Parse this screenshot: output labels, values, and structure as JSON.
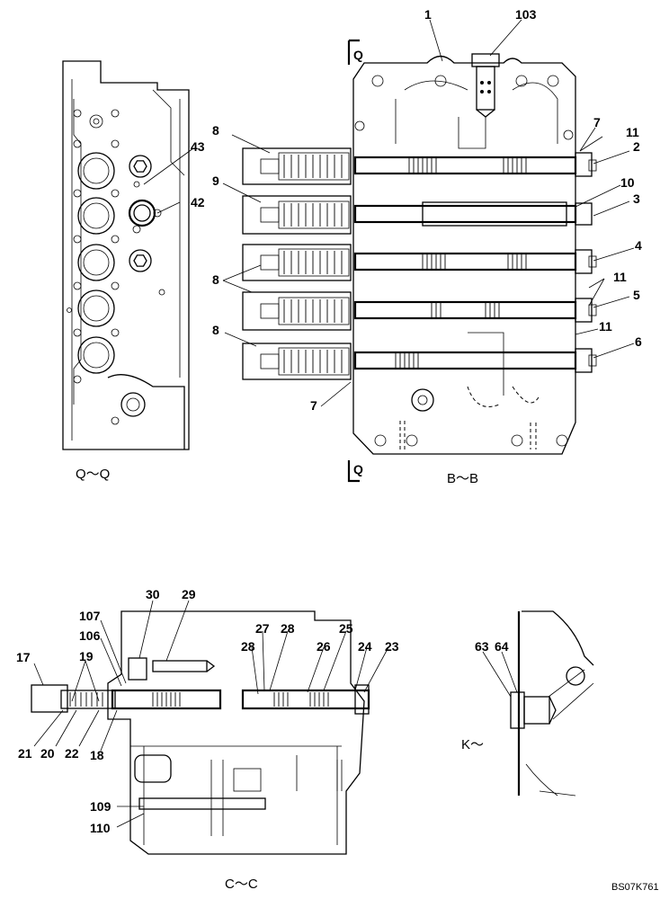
{
  "views": {
    "q": "Q～Q",
    "b": "B～B",
    "c": "C～C",
    "k": "K～",
    "section_mark": "Q"
  },
  "doc_code": "BS07K761",
  "part_numbers": [
    "1",
    "103",
    "7",
    "11",
    "2",
    "10",
    "3",
    "4",
    "11",
    "5",
    "11",
    "6",
    "8",
    "9",
    "8",
    "8",
    "7",
    "43",
    "42",
    "30",
    "29",
    "107",
    "106",
    "17",
    "19",
    "28",
    "27",
    "28",
    "26",
    "25",
    "24",
    "23",
    "21",
    "20",
    "22",
    "18",
    "109",
    "110",
    "63",
    "64"
  ]
}
